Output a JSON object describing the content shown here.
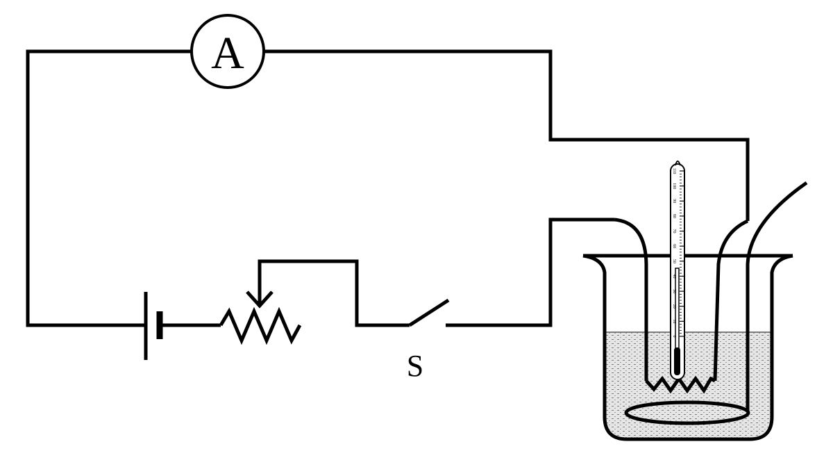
{
  "labels": {
    "ammeter": "A",
    "switch": "S"
  },
  "thermometer": {
    "scale_labels": [
      "110",
      "100",
      "90",
      "80",
      "70",
      "60",
      "50",
      "40",
      "30",
      "20",
      "10",
      "0"
    ]
  },
  "colors": {
    "ink": "#000000",
    "background": "#ffffff",
    "liquid": "#e6e6e6",
    "liquid_dots": "#7a7a7a"
  }
}
